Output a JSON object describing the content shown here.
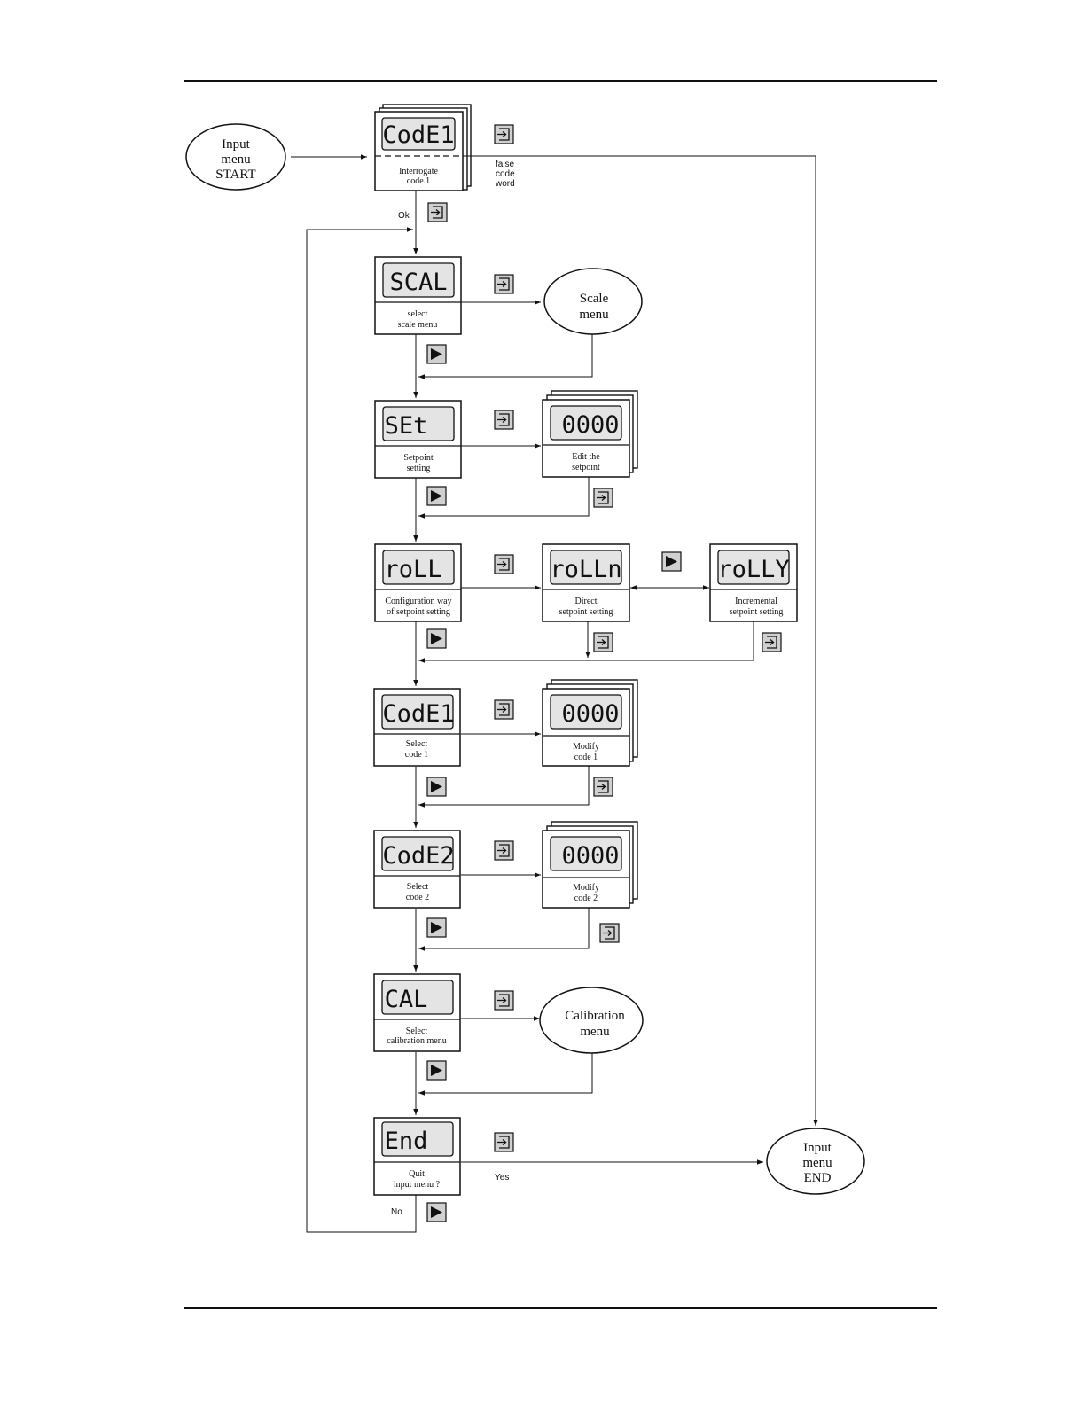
{
  "start_node": [
    "Input",
    "menu",
    "START"
  ],
  "end_node": [
    "Input",
    "menu",
    "END"
  ],
  "scale_node": [
    "Scale",
    "menu"
  ],
  "calibration_node": [
    "Calibration",
    "menu"
  ],
  "displays": {
    "code1_check": "CodE1",
    "scal": "SCAL",
    "set": "SEt",
    "setpoint_edit": "0000",
    "roll": "roLL",
    "rolln": "roLLn",
    "rolly": "roLLY",
    "code1": "CodE1",
    "code1_edit": "0000",
    "code2": "CodE2",
    "code2_edit": "0000",
    "cal": "CAL",
    "end": "End"
  },
  "captions": {
    "code1_check": [
      "Interrogate",
      "code.1"
    ],
    "scal": [
      "select",
      "scale menu"
    ],
    "set": [
      "Setpoint",
      "setting"
    ],
    "setpoint_edit": [
      "Edit the",
      "setpoint"
    ],
    "roll": [
      "Configuration way",
      "of setpoint setting"
    ],
    "rolln": [
      "Direct",
      "setpoint setting"
    ],
    "rolly": [
      "Incremental",
      "setpoint setting"
    ],
    "code1": [
      "Select",
      "code 1"
    ],
    "code1_edit": [
      "Modify",
      "code 1"
    ],
    "code2": [
      "Select",
      "code 2"
    ],
    "code2_edit": [
      "Modify",
      "code 2"
    ],
    "cal": [
      "Select",
      "calibration menu"
    ],
    "end": [
      "Quit",
      "input menu ?"
    ]
  },
  "labels": {
    "false_code": [
      "false",
      "code",
      "word"
    ],
    "ok": "Ok",
    "yes": "Yes",
    "no": "No"
  },
  "icons": {
    "enter_key": "enter-key-icon",
    "next_key": "right-arrow-key-icon"
  },
  "colors": {
    "line": "#111111",
    "lcd": "#e4e4e4",
    "key": "#d0d0d0"
  }
}
